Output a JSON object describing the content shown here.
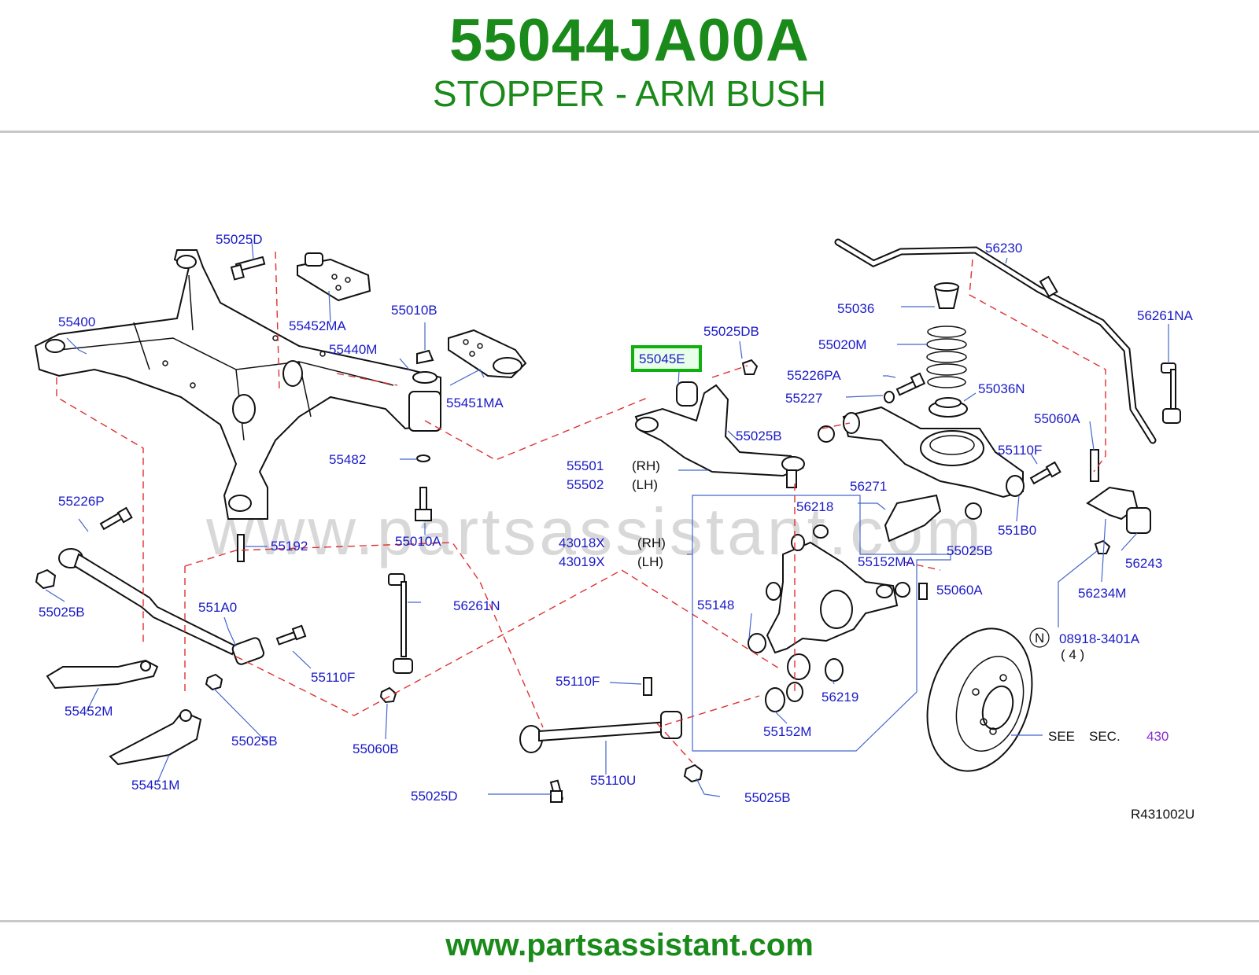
{
  "header": {
    "part_number": "55044JA00A",
    "part_name": "STOPPER - ARM BUSH"
  },
  "footer": {
    "url": "www.partsassistant.com"
  },
  "watermark": "www.partsassistant.com",
  "highlight_color": "#10b010",
  "title_color": "#1a8a1a",
  "label_color": "#1a1ac8",
  "diagram": {
    "drawing_code": "R431002U",
    "labels": {
      "l_55025D_top": "55025D",
      "l_55452MA": "55452MA",
      "l_55400": "55400",
      "l_55010B": "55010B",
      "l_55440M": "55440M",
      "l_55451MA": "55451MA",
      "l_55482": "55482",
      "l_55010A": "55010A",
      "l_55192": "55192",
      "l_55226P": "55226P",
      "l_55025B_left": "55025B",
      "l_551A0": "551A0",
      "l_55110F_left": "55110F",
      "l_55452M": "55452M",
      "l_55025B_mid": "55025B",
      "l_55451M": "55451M",
      "l_56261N": "56261N",
      "l_55060B": "55060B",
      "l_55045E": "55045E",
      "l_55025DB": "55025DB",
      "l_55025B_arm": "55025B",
      "l_55501": "55501",
      "l_55502": "55502",
      "l_RH1": "(RH)",
      "l_LH1": "(LH)",
      "l_43018X": "43018X",
      "l_43019X": "43019X",
      "l_RH2": "(RH)",
      "l_LH2": "(LH)",
      "l_56218": "56218",
      "l_56271": "56271",
      "l_55152MA": "55152MA",
      "l_55025B_right": "55025B",
      "l_55060A_low": "55060A",
      "l_55148": "55148",
      "l_56219": "56219",
      "l_55152M": "55152M",
      "l_55110F_bottom": "55110F",
      "l_55110U": "55110U",
      "l_55025D_bottom": "55025D",
      "l_55025B_bottom": "55025B",
      "l_56230": "56230",
      "l_55036": "55036",
      "l_56261NA": "56261NA",
      "l_55020M": "55020M",
      "l_55226PA": "55226PA",
      "l_55227": "55227",
      "l_55036N": "55036N",
      "l_55060A_up": "55060A",
      "l_55110F_right": "55110F",
      "l_551B0": "551B0",
      "l_56243": "56243",
      "l_56234M": "56234M",
      "l_N": "N",
      "l_08918": "08918-3401A",
      "l_qty": "( 4 )",
      "l_see": "SEE",
      "l_sec": "SEC.",
      "l_430": "430"
    }
  }
}
